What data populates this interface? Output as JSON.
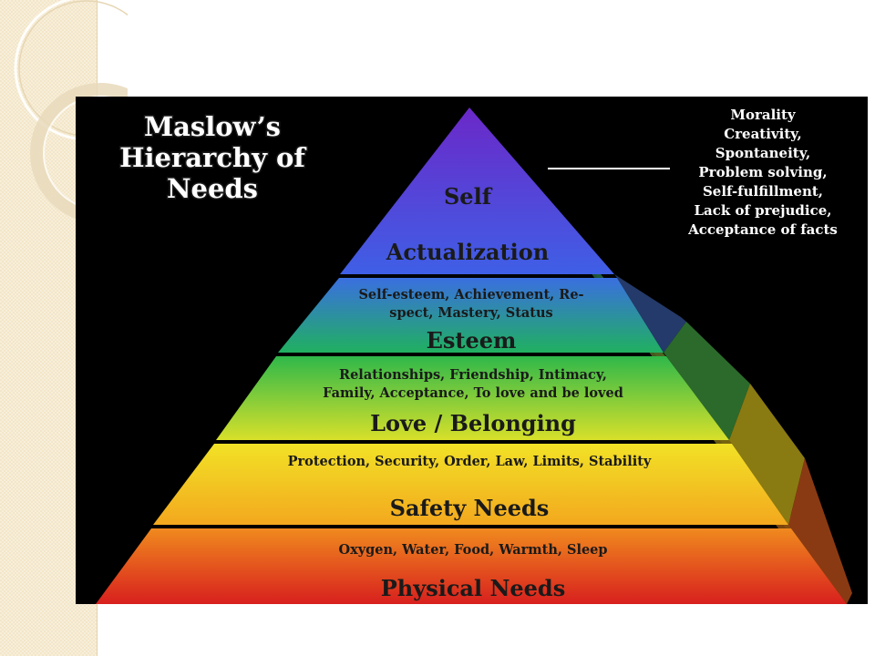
{
  "diagram": {
    "title_lines": [
      "Maslow’s",
      "Hierarchy of",
      "Needs"
    ],
    "top_attributes": [
      "Morality",
      "Creativity,",
      "Spontaneity,",
      "Problem solving,",
      "Self-fulfillment,",
      "Lack of prejudice,",
      "Acceptance of facts"
    ],
    "tiers": [
      {
        "id": "self-actualization",
        "name_lines": [
          "Self",
          "Actualization"
        ],
        "desc_lines": []
      },
      {
        "id": "esteem",
        "name_lines": [
          "Esteem"
        ],
        "desc_lines": [
          "Self-esteem, Achievement, Re-",
          "spect, Mastery, Status"
        ]
      },
      {
        "id": "love-belonging",
        "name_lines": [
          "Love / Belonging"
        ],
        "desc_lines": [
          "Relationships, Friendship, Intimacy,",
          "Family, Acceptance, To love and be loved"
        ]
      },
      {
        "id": "safety",
        "name_lines": [
          "Safety Needs"
        ],
        "desc_lines": [
          "Protection, Security, Order, Law, Limits, Stability"
        ]
      },
      {
        "id": "physical",
        "name_lines": [
          "Physical Needs"
        ],
        "desc_lines": [
          "Oxygen, Water, Food, Warmth, Sleep"
        ]
      }
    ],
    "colors": {
      "background": "#000000",
      "self_actualization": [
        "#6b28c8",
        "#3f5fe6"
      ],
      "esteem": [
        "#3a6fe0",
        "#20b060"
      ],
      "love_belonging": [
        "#2fb84a",
        "#d8e02a"
      ],
      "safety": [
        "#f2e226",
        "#f3a81e"
      ],
      "physical": [
        "#f08a1e",
        "#d8201e"
      ]
    }
  }
}
